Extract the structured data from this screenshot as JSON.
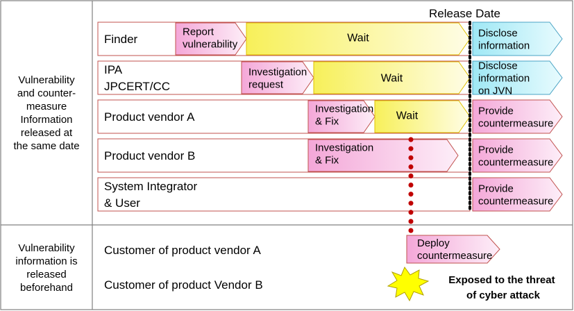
{
  "release_date_label": "Release Date",
  "left_labels": {
    "top": [
      "Vulnerability",
      "and counter-",
      "measure",
      "Information",
      "released at",
      "the same date"
    ],
    "bottom": [
      "Vulnerability",
      "information is",
      "released",
      "beforehand"
    ]
  },
  "rows": [
    {
      "actor": [
        "Finder"
      ],
      "phases": [
        {
          "kind": "pink",
          "lines": [
            "Report",
            "vulnerability"
          ]
        },
        {
          "kind": "yellow",
          "lines": [
            "Wait"
          ]
        }
      ],
      "release": [
        "Disclose",
        "information"
      ],
      "release_kind": "cyan"
    },
    {
      "actor": [
        "IPA",
        "JPCERT/CC"
      ],
      "phases": [
        {
          "kind": "pink",
          "lines": [
            "Investigation",
            "request"
          ]
        },
        {
          "kind": "yellow",
          "lines": [
            "Wait"
          ]
        }
      ],
      "release": [
        "Disclose",
        "information",
        "on JVN"
      ],
      "release_kind": "cyan"
    },
    {
      "actor": [
        "Product vendor A"
      ],
      "phases": [
        {
          "kind": "pink",
          "lines": [
            "Investigation",
            "& Fix"
          ]
        },
        {
          "kind": "yellow",
          "lines": [
            "Wait"
          ]
        }
      ],
      "release": [
        "Provide",
        "countermeasure"
      ],
      "release_kind": "pink"
    },
    {
      "actor": [
        "Product vendor B"
      ],
      "phases": [
        {
          "kind": "pink",
          "lines": [
            "Investigation",
            "& Fix"
          ]
        }
      ],
      "release": [
        "Provide",
        "countermeasure"
      ],
      "release_kind": "pink"
    },
    {
      "actor": [
        "System Integrator",
        "& User"
      ],
      "phases": [],
      "release": [
        "Provide",
        "countermeasure"
      ],
      "release_kind": "pink"
    }
  ],
  "customers": {
    "a": "Customer of product vendor A",
    "b": "Customer of product Vendor B",
    "deploy": [
      "Deploy",
      "countermeasure"
    ],
    "threat": [
      "Exposed to the threat",
      "of cyber attack"
    ]
  },
  "colors": {
    "row_border": "#c0504d",
    "pink_start": "#f4a7d8",
    "yellow_start": "#f7f05a",
    "cyan_start": "#9fe8f5",
    "dotted_red": "#c00000"
  }
}
